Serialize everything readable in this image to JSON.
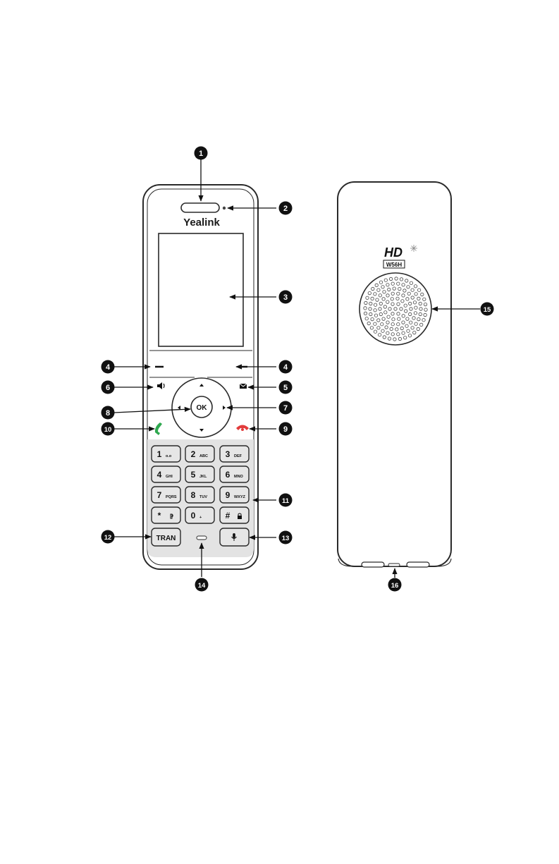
{
  "brand": "Yealink",
  "badge": {
    "hd": "HD",
    "model": "W56H"
  },
  "keypad": [
    {
      "digit": "1",
      "letters": "o.o"
    },
    {
      "digit": "2",
      "letters": "ABC"
    },
    {
      "digit": "3",
      "letters": "DEF"
    },
    {
      "digit": "4",
      "letters": "GHI"
    },
    {
      "digit": "5",
      "letters": "JKL"
    },
    {
      "digit": "6",
      "letters": "MNO"
    },
    {
      "digit": "7",
      "letters": "PQRS"
    },
    {
      "digit": "8",
      "letters": "TUV"
    },
    {
      "digit": "9",
      "letters": "WXYZ"
    },
    {
      "digit": "*",
      "letters": ""
    },
    {
      "digit": "0",
      "letters": "+"
    },
    {
      "digit": "#",
      "letters": ""
    }
  ],
  "keys": {
    "ok": "OK",
    "tran": "TRAN"
  },
  "callouts": [
    "1",
    "2",
    "3",
    "4",
    "4",
    "5",
    "6",
    "7",
    "8",
    "9",
    "10",
    "11",
    "12",
    "13",
    "14",
    "15",
    "16"
  ],
  "colors": {
    "outline": "#2a2a2a",
    "key_fill": "#e6e6e6",
    "callout_fill": "#111111",
    "offhook_green": "#2fa84f",
    "onhook_red": "#e23b3b"
  },
  "icons": [
    "speaker-icon",
    "message-icon",
    "off-hook-icon",
    "on-hook-icon",
    "mute-icon",
    "lock-icon",
    "nav-arrow-icon",
    "star-icon"
  ]
}
